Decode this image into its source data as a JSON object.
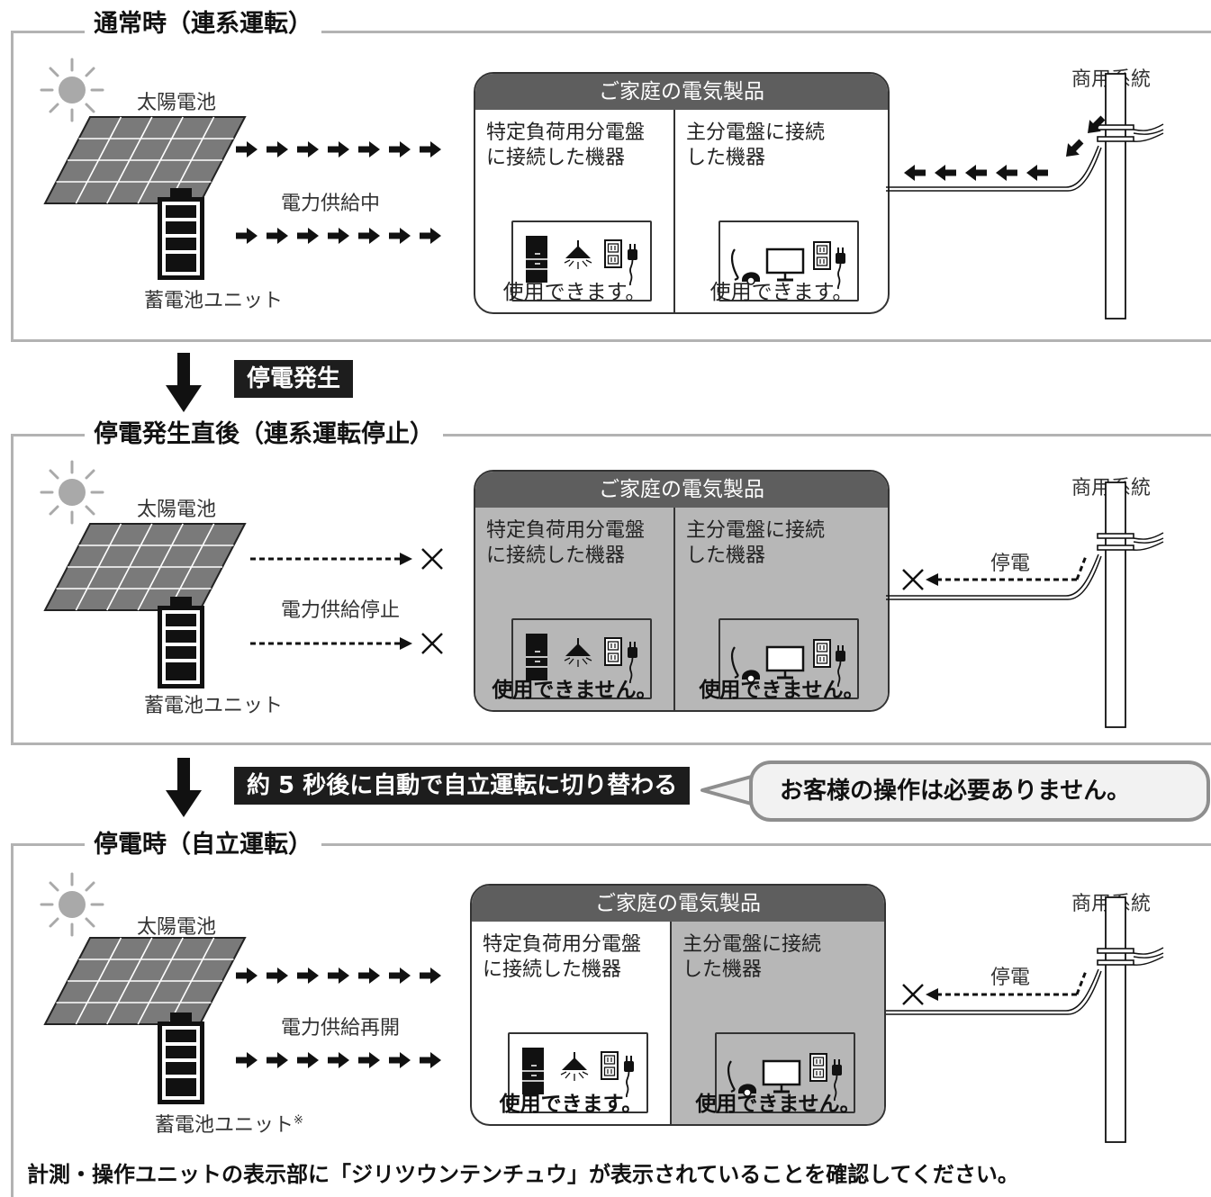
{
  "sections": [
    {
      "title": "通常時（連系運転）",
      "solar_label": "太陽電池",
      "battery_label": "蓄電池ユニット",
      "flow_label": "電力供給中",
      "grid_label": "商用系統",
      "panel": {
        "header": "ご家庭の電気製品",
        "left_title": "特定負荷用分電盤\nに接続した機器",
        "right_title": "主分電盤に接続\nした機器",
        "left_status": "使用できます。",
        "right_status": "使用できます。"
      }
    },
    {
      "title": "停電発生直後（連系運転停止）",
      "solar_label": "太陽電池",
      "battery_label": "蓄電池ユニット",
      "flow_label": "電力供給停止",
      "grid_label": "商用系統",
      "outage_label": "停電",
      "panel": {
        "header": "ご家庭の電気製品",
        "left_title": "特定負荷用分電盤\nに接続した機器",
        "right_title": "主分電盤に接続\nした機器",
        "left_status": "使用できません。",
        "right_status": "使用できません。"
      }
    },
    {
      "title": "停電時（自立運転）",
      "solar_label": "太陽電池",
      "battery_label": "蓄電池ユニット",
      "battery_mark": "※",
      "flow_label": "電力供給再開",
      "grid_label": "商用系統",
      "outage_label": "停電",
      "panel": {
        "header": "ご家庭の電気製品",
        "left_title": "特定負荷用分電盤\nに接続した機器",
        "right_title": "主分電盤に接続\nした機器",
        "left_status": "使用できます。",
        "right_status": "使用できません。"
      }
    }
  ],
  "transitions": [
    {
      "label": "停電発生"
    },
    {
      "label": "約 5 秒後に自動で自立運転に切り替わる",
      "callout": "お客様の操作は必要ありません。"
    }
  ],
  "footer_note": "計測・操作ユニットの表示部に「ジリツウンテンチュウ」が表示されていることを確認してください。",
  "colors": {
    "panel_header": "#5e5e5e",
    "disabled_fill": "#b7b7b7",
    "sun": "#aaaaaa",
    "solar_panel": "#7a7a7a",
    "frame": "#b3b3b3"
  },
  "icons": [
    "sun-icon",
    "solar-panel-icon",
    "battery-icon",
    "refrigerator-icon",
    "ceiling-lamp-icon",
    "outlet-icon",
    "plug-icon",
    "vacuum-cleaner-icon",
    "tv-icon",
    "utility-pole-icon"
  ]
}
